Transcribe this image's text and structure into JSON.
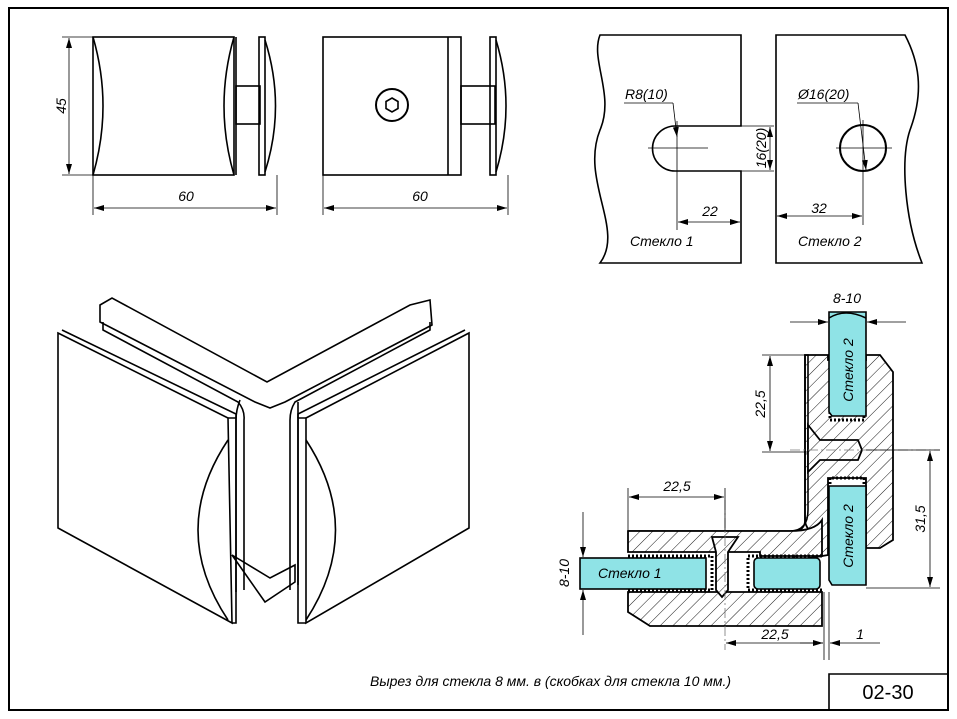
{
  "drawing": {
    "code": "02-30",
    "note": "Вырез для стекла 8 мм. в (скобках для стекла 10 мм.)",
    "colors": {
      "glass": "#8fe3e6",
      "line": "#000000",
      "background": "#ffffff"
    }
  },
  "side_view": {
    "height_dim": "45",
    "width_dim": "60"
  },
  "front_view": {
    "width_dim": "60",
    "feature": "hex-socket-screw"
  },
  "glass_cutouts": {
    "glass1": {
      "label": "Стекло 1",
      "radius_dim": "R8(10)",
      "slot_width_dim": "16(20)",
      "depth_dim": "22"
    },
    "glass2": {
      "label": "Стекло 2",
      "hole_dim": "Ø16(20)",
      "offset_dim": "32"
    }
  },
  "section": {
    "glass1_label": "Стекло 1",
    "glass2_top_label": "Стекло 2",
    "glass2_bottom_label": "Стекло 2",
    "thickness_top_dim": "8-10",
    "thickness_left_dim": "8-10",
    "vertical_offset_dim": "22,5",
    "horizontal_offset_top_dim": "22,5",
    "horizontal_offset_bottom_dim": "22,5",
    "height_right_dim": "31,5",
    "gap_dim": "1"
  }
}
